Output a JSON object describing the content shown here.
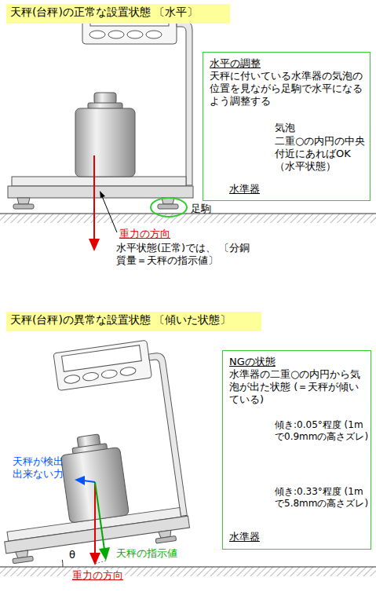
{
  "diagram": {
    "nodes": [
      {
        "text": [
          "天秤(台秤)の正常な設置状態 〔水平〕"
        ]
      },
      {
        "text": [
          "水平の調整",
          "天秤に付いている水準器の気泡の位置を見ながら足駒で水平になるよう調整する"
        ]
      },
      {
        "text": [
          "天秤(台秤)の異常な設置状態 〔傾いた状態〕"
        ]
      },
      {
        "text": [
          "NGの状態",
          "水準器の二重○の内円から気泡が出た状態 (＝天秤が傾いている)"
        ]
      }
    ],
    "labels": [
      "重力の方向",
      "水平状態(正常)では、 〔分銅質量＝天秤の指示値〕",
      "足駒",
      "気泡",
      "二重○の内円の中央付近にあればOK（水平状態）",
      "水準器",
      "天秤が検出 出来ない力",
      "天秤の指示値",
      "θ",
      "重力の方向",
      "傾き:0.05°程度 (1mで0.9mmの高さズレ)",
      "傾き:0.33°程度 (1mで5.8mmの高さズレ)",
      "水準器"
    ]
  }
}
